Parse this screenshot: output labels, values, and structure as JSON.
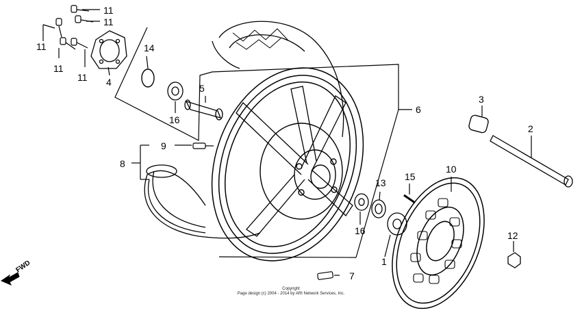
{
  "callouts": {
    "c1": "1",
    "c2": "2",
    "c3": "3",
    "c4": "4",
    "c5": "5",
    "c6": "6",
    "c7": "7",
    "c8": "8",
    "c9": "9",
    "c10": "10",
    "c11a": "11",
    "c11b": "11",
    "c11c": "11",
    "c11d": "11",
    "c11e": "11",
    "c12": "12",
    "c13": "13",
    "c14": "14",
    "c15": "15",
    "c16a": "16",
    "c16b": "16"
  },
  "fwd_label": "FWD",
  "copyright": {
    "line1": "Copyright",
    "line2": "Page design (c) 2004 - 2014 by ARI Network Services, Inc."
  },
  "colors": {
    "ink": "#000000",
    "paper": "#ffffff"
  }
}
